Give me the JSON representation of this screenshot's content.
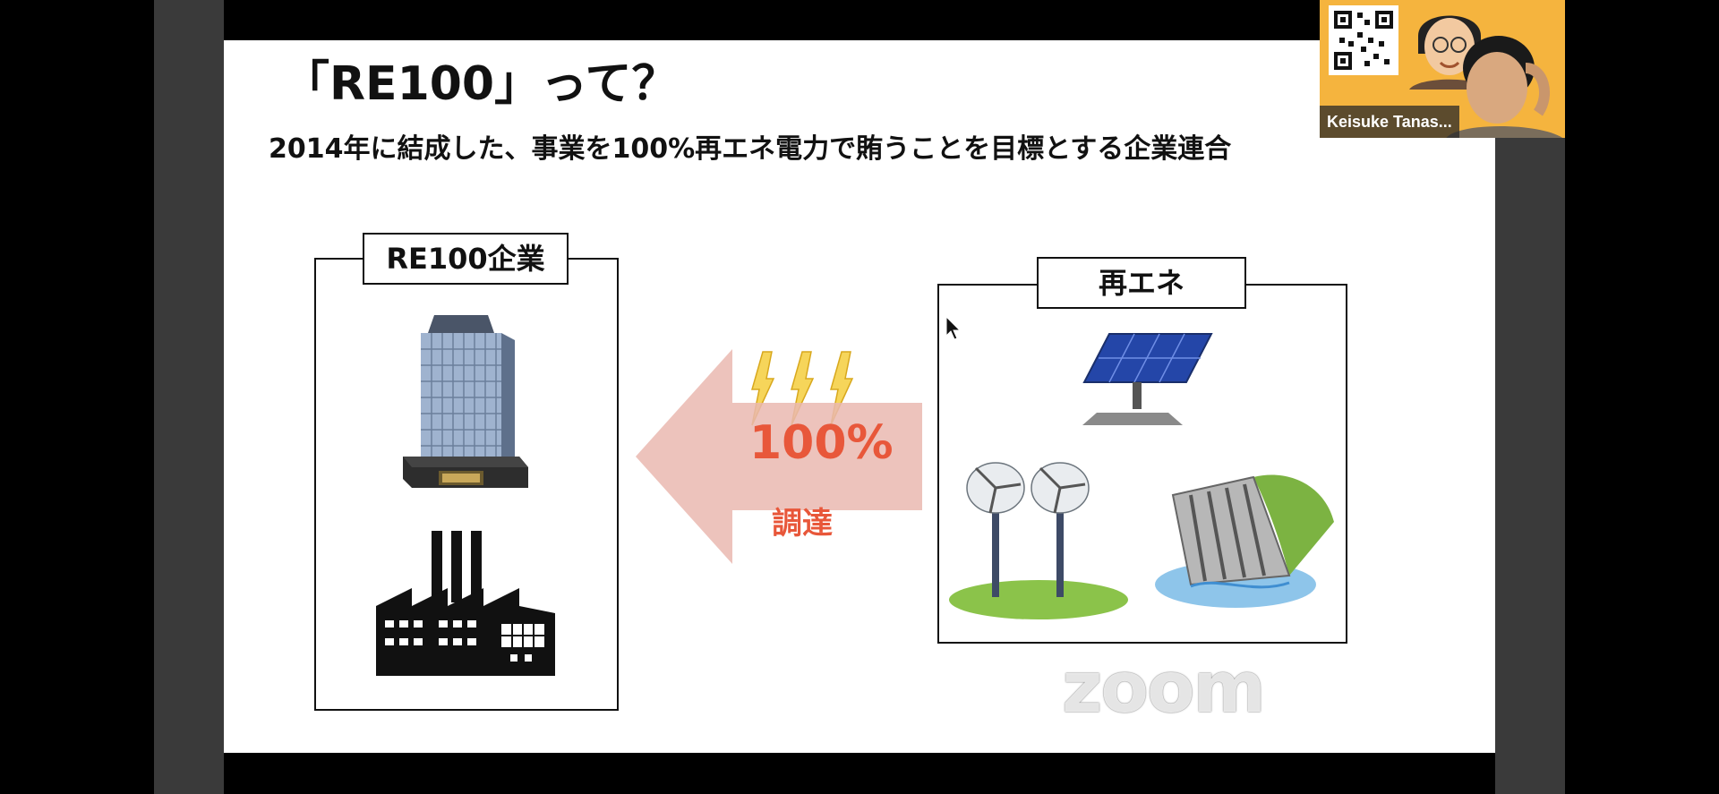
{
  "slide": {
    "title": "「RE100」って？",
    "subtitle": "2014年に結成した、事業を100%再エネ電力で賄うことを目標とする企業連合",
    "left_box_label": "RE100企業",
    "right_box_label": "再エネ",
    "arrow_percent": "100%",
    "arrow_caption": "調達"
  },
  "participant": {
    "name": "Keisuke Tanas..."
  },
  "watermark": "zoom",
  "colors": {
    "accent_red": "#e8573a",
    "arrow_fill": "#eab8b0",
    "participant_bg": "#f5b43e"
  },
  "icons": [
    "office-building-icon",
    "factory-icon",
    "lightning-icon",
    "solar-panel-icon",
    "wind-turbine-icon",
    "dam-icon",
    "mouse-cursor-icon",
    "qr-code-icon"
  ]
}
